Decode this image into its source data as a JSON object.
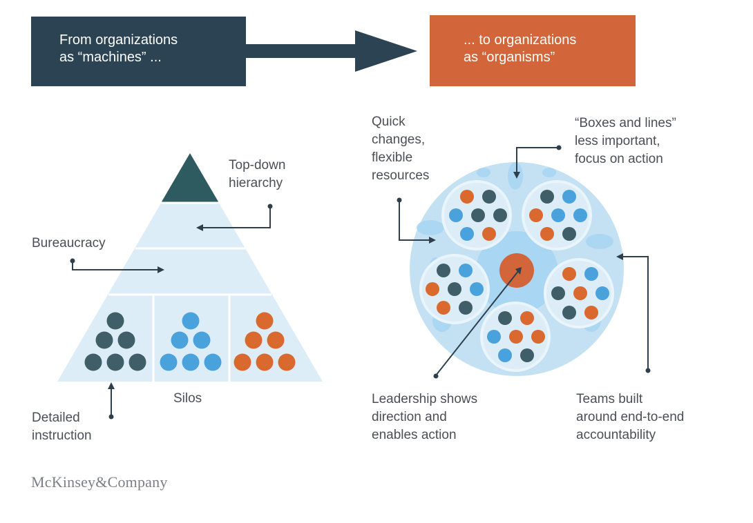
{
  "colors": {
    "navy": "#2b4353",
    "orange": "#d2663a",
    "dark_dot": "#3f5e68",
    "blue_dot": "#4aa2dc",
    "orange_dot": "#d9692f",
    "pale_blue": "#dcedf8",
    "mid_blue": "#c4e1f4",
    "hub_blue": "#a9d6f2",
    "pyramid_top": "#2e5b60",
    "line": "#2e3f4b"
  },
  "header": {
    "left_box": {
      "line1": "From organizations",
      "line2": "as “machines” ..."
    },
    "right_box": {
      "line1": "... to organizations",
      "line2": "as “organisms”"
    }
  },
  "machine": {
    "top_down": {
      "line1": "Top-down",
      "line2": "hierarchy"
    },
    "bureaucracy": "Bureaucracy",
    "silos": "Silos",
    "detailed": {
      "line1": "Detailed",
      "line2": "instruction"
    },
    "silo_colors": [
      "dark",
      "blue",
      "orange"
    ]
  },
  "organism": {
    "quick": {
      "line1": "Quick",
      "line2": "changes,",
      "line3": "flexible",
      "line4": "resources"
    },
    "boxes": {
      "line1": "“Boxes and lines”",
      "line2": "less important,",
      "line3": "focus on action"
    },
    "leadership": {
      "line1": "Leadership shows",
      "line2": "direction and",
      "line3": "enables action"
    },
    "teams": {
      "line1": "Teams built",
      "line2": "around end-to-end",
      "line3": "accountability"
    }
  },
  "logo": "McKinsey&Company"
}
